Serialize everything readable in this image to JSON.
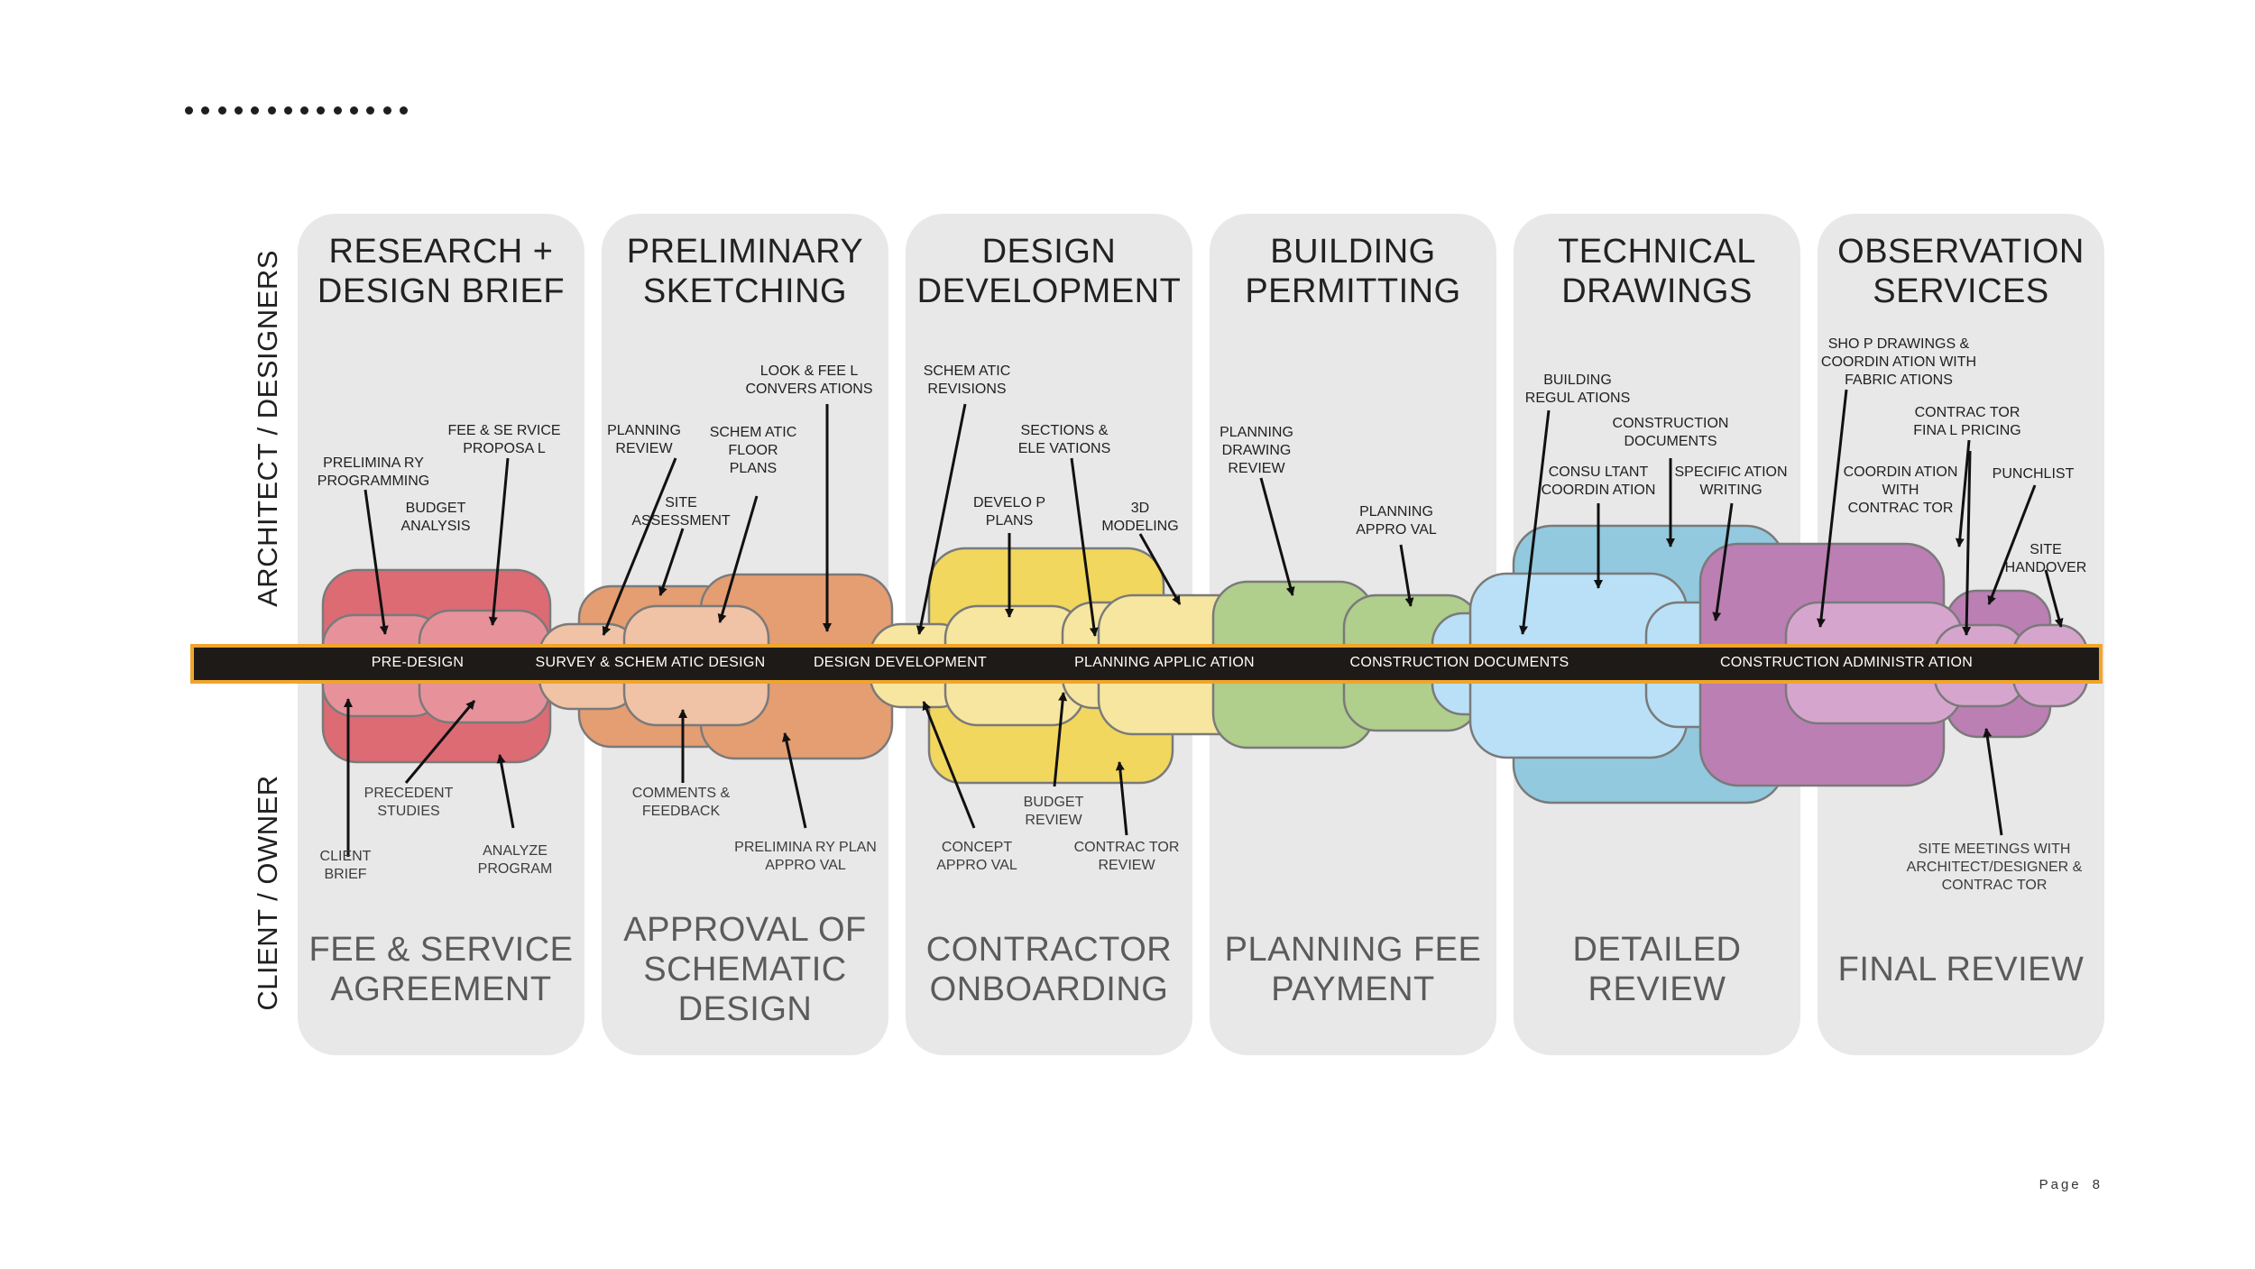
{
  "side_labels": {
    "top": "ARCHITECT / DESIGNERS",
    "bottom": "CLIENT / OWNER"
  },
  "phases": [
    {
      "title": "RESEARCH +\nDESIGN BRIEF",
      "footer": "FEE &\nSERVICE\nAGREEMENT",
      "color": "#dc6b74",
      "light": "#e7929a"
    },
    {
      "title": "PRELIMINARY\nSKETCHING",
      "footer": "APPROVAL OF\nSCHEMATIC\nDESIGN",
      "color": "#e59d72",
      "light": "#f0c3a6"
    },
    {
      "title": "DESIGN\nDEVELOPMENT",
      "footer": "CONTRACTOR\nONBOARDING",
      "color": "#f2d75e",
      "light": "#f7e69f"
    },
    {
      "title": "BUILDING\nPERMITTING",
      "footer": "PLANNING FEE\nPAYMENT",
      "color": "#b0ce8c",
      "light": "#c7dfaa"
    },
    {
      "title": "TECHNICAL\nDRAWINGS",
      "footer": "DETAILED\nREVIEW",
      "color": "#92c9df",
      "light": "#b9e0f6"
    },
    {
      "title": "OBSERVATION\nSERVICES",
      "footer": "FINAL\nREVIEW",
      "color": "#bb7fb4",
      "light": "#d6a5ce"
    }
  ],
  "timeline_labels": [
    "PRE-DESIGN",
    "SURVEY & SCHEM ATIC DESIGN",
    "DESIGN DEVELOPMENT",
    "PLANNING  APPLIC ATION",
    "CONSTRUCTION DOCUMENTS",
    "CONSTRUCTION   ADMINISTR  ATION"
  ],
  "labels": [
    "PRELIMINA  RY\nPROGRAMMING",
    "BUDGET\nANALYSIS",
    "FEE & SE  RVICE\nPROPOSA  L",
    "PLANNING\nREVIEW",
    "SITE\nASSESSMENT",
    "SCHEM ATIC\nFLOOR\nPLANS",
    "LOOK & FEE  L\nCONVERS ATIONS",
    "SCHEM ATIC\nREVISIONS",
    "SECTIONS &\nELE VATIONS",
    "DEVELO  P\nPLANS",
    "3D\nMODELING",
    "PLANNING\nDRAWING\nREVIEW",
    "PLANNING\nAPPRO VAL",
    "BUILDING\nREGUL ATIONS",
    "CONSTRUCTION\nDOCUMENTS",
    "CONSU LTANT\nCOORDIN ATION",
    "SPECIFIC  ATION\nWRITING",
    "SHO P DRAWINGS &\nCOORDIN ATION WITH\nFABRIC ATIONS",
    "CONTRAC TOR\nFINA L PRICING",
    "COORDIN ATION\nWITH\nCONTRAC TOR",
    "PUNCHLIST",
    "SITE\nHANDOVER",
    "PRECEDENT\nSTUDIES",
    "CLIENT\nBRIEF",
    "ANALYZE\nPROGRAM",
    "COMMENTS &\nFEEDBACK",
    "PRELIMINA   RY PLAN\nAPPRO VAL",
    "BUDGET\nREVIEW",
    "CONCEPT\nAPPRO VAL",
    "CONTRAC TOR\nREVIEW",
    "SITE MEETINGS WITH\nARCHITECT/DESIGNER &\nCONTRAC TOR"
  ],
  "band_color": "#1e1a18",
  "band_border": "#f0a52a",
  "footer": {
    "page_label": "Page",
    "page_number": "8"
  }
}
